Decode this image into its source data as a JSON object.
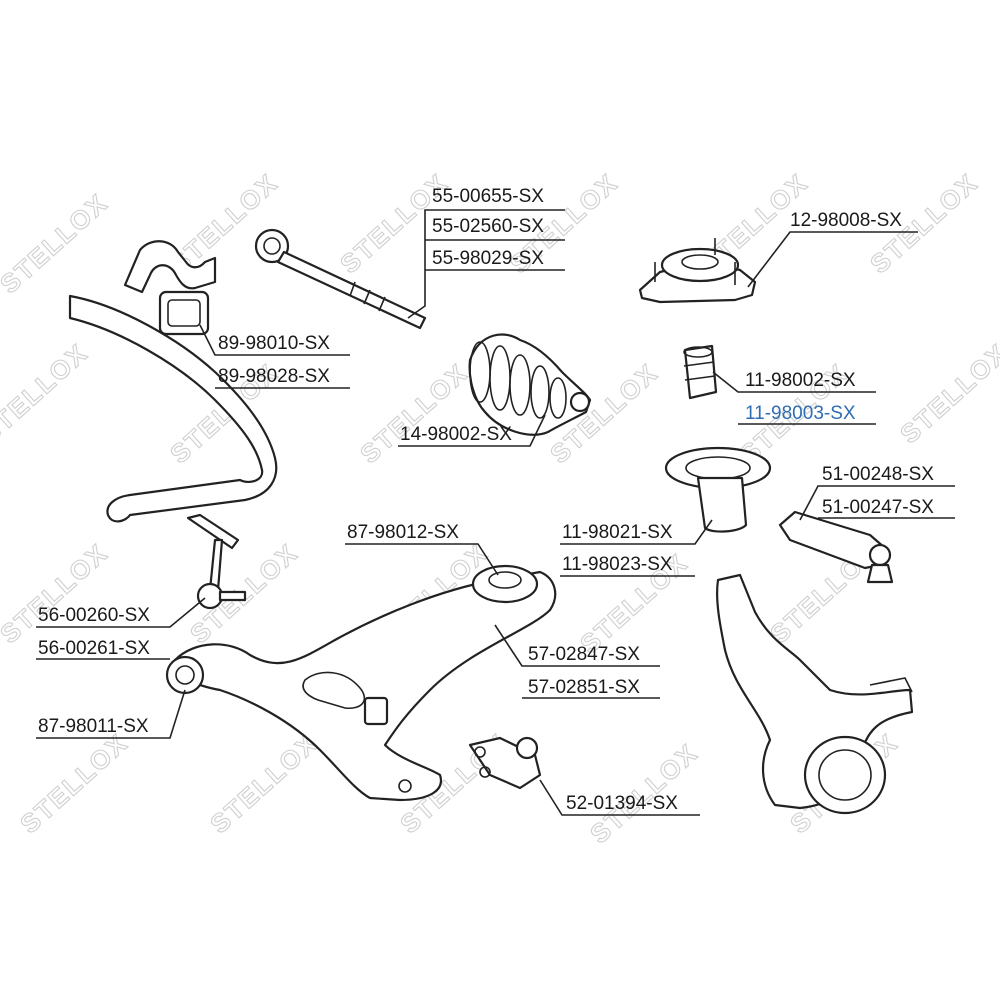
{
  "watermark": "STELLOX",
  "colors": {
    "label": "#1a1a1a",
    "highlight": "#2f6db3",
    "line": "#222222",
    "watermark": "#d0d0d0"
  },
  "labels": {
    "p_55_00655": "55-00655-SX",
    "p_55_02560": "55-02560-SX",
    "p_55_98029": "55-98029-SX",
    "p_12_98008": "12-98008-SX",
    "p_89_98010": "89-98010-SX",
    "p_89_98028": "89-98028-SX",
    "p_11_98002": "11-98002-SX",
    "p_11_98003": "11-98003-SX",
    "p_14_98002": "14-98002-SX",
    "p_51_00248": "51-00248-SX",
    "p_51_00247": "51-00247-SX",
    "p_87_98012": "87-98012-SX",
    "p_11_98021": "11-98021-SX",
    "p_11_98023": "11-98023-SX",
    "p_56_00260": "56-00260-SX",
    "p_56_00261": "56-00261-SX",
    "p_57_02847": "57-02847-SX",
    "p_57_02851": "57-02851-SX",
    "p_87_98011": "87-98011-SX",
    "p_52_01394": "52-01394-SX"
  },
  "highlighted_part": "11-98003-SX"
}
